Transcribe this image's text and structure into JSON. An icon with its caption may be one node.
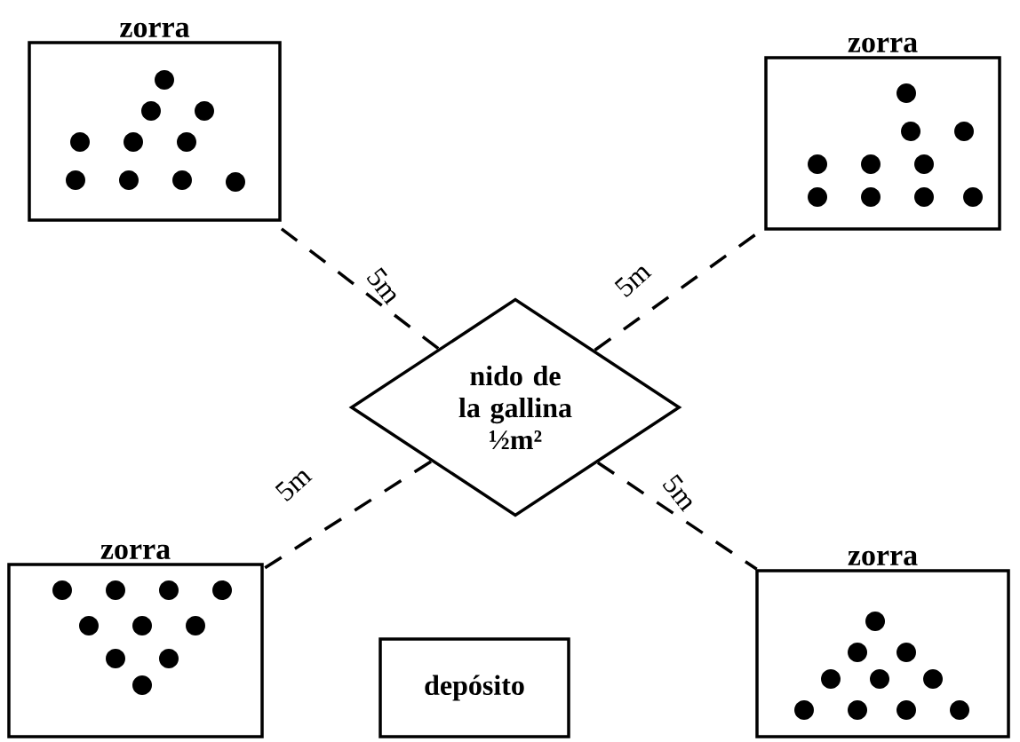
{
  "diagram": {
    "nodes": [
      {
        "text": [
          "zorra"
        ]
      },
      {
        "text": [
          "zorra"
        ]
      },
      {
        "text": [
          "nido de la gallina ½m²"
        ]
      },
      {
        "text": [
          "zorra"
        ]
      },
      {
        "text": [
          "zorra"
        ]
      },
      {
        "text": [
          "depósito"
        ]
      }
    ],
    "edges": [
      {
        "from": 2,
        "to": 0,
        "arrow": "none",
        "label": "5m",
        "style": "dashed"
      },
      {
        "from": 2,
        "to": 1,
        "arrow": "none",
        "label": "5m",
        "style": "dashed"
      },
      {
        "from": 2,
        "to": 3,
        "arrow": "none",
        "label": "5m",
        "style": "dashed"
      },
      {
        "from": 2,
        "to": 4,
        "arrow": "none",
        "label": "5m",
        "style": "dashed"
      }
    ]
  }
}
